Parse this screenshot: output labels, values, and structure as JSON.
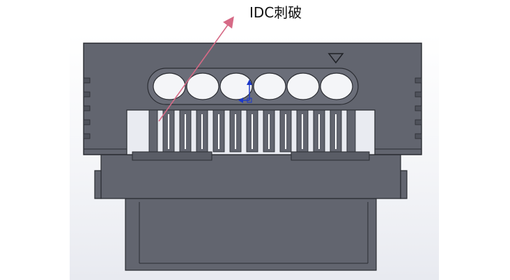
{
  "annotation": {
    "label": "IDC刺破",
    "arrow_color": "#d66a86"
  },
  "colors": {
    "housing": "#62656f",
    "housing_edge": "#2b2d33",
    "housing_light": "#747784",
    "slot_highlight": "#e9ebf1",
    "viewport": "#eef0f5"
  },
  "icons": {
    "orientation_marker": "triangle-down",
    "origin_triad": "xy-axes"
  }
}
